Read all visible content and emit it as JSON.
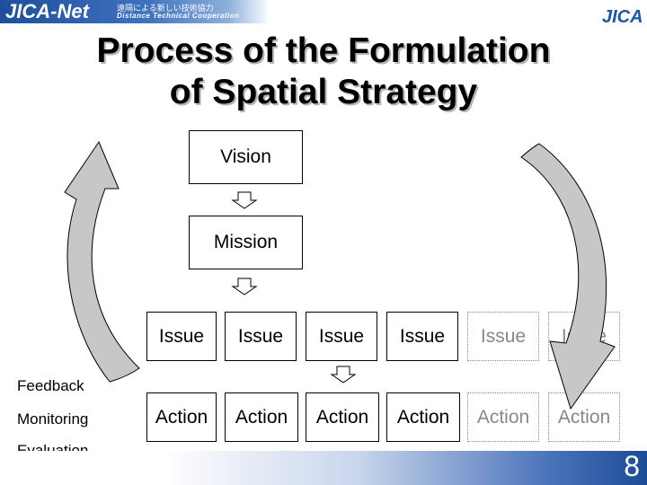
{
  "header": {
    "logo_text": "JICA-Net",
    "tagline_jp": "遠隔による新しい技術協力",
    "tagline_en": "Distance Technical Cooperation",
    "corner_logo": "JICA"
  },
  "slide": {
    "title_line1": "Process of the Formulation",
    "title_line2": "of Spatial Strategy",
    "page_number": "8"
  },
  "diagram": {
    "vision": "Vision",
    "mission": "Mission",
    "issues": [
      "Issue",
      "Issue",
      "Issue",
      "Issue",
      "Issue",
      "Issue"
    ],
    "actions": [
      "Action",
      "Action",
      "Action",
      "Action",
      "Action",
      "Action"
    ],
    "side_labels": [
      "Feedback",
      "Monitoring",
      "Evaluation"
    ]
  }
}
